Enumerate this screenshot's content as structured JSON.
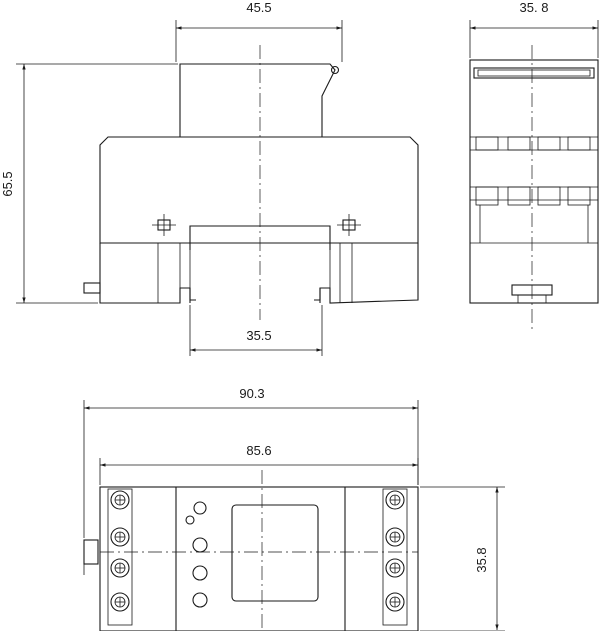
{
  "dimensions": {
    "top_width": "45.5",
    "side_width": "35. 8",
    "height": "65.5",
    "rail_width": "35.5",
    "total_width": "90.3",
    "body_width": "85.6",
    "front_height": "35.8"
  },
  "colors": {
    "line": "#1a1a1a",
    "background": "#ffffff"
  }
}
